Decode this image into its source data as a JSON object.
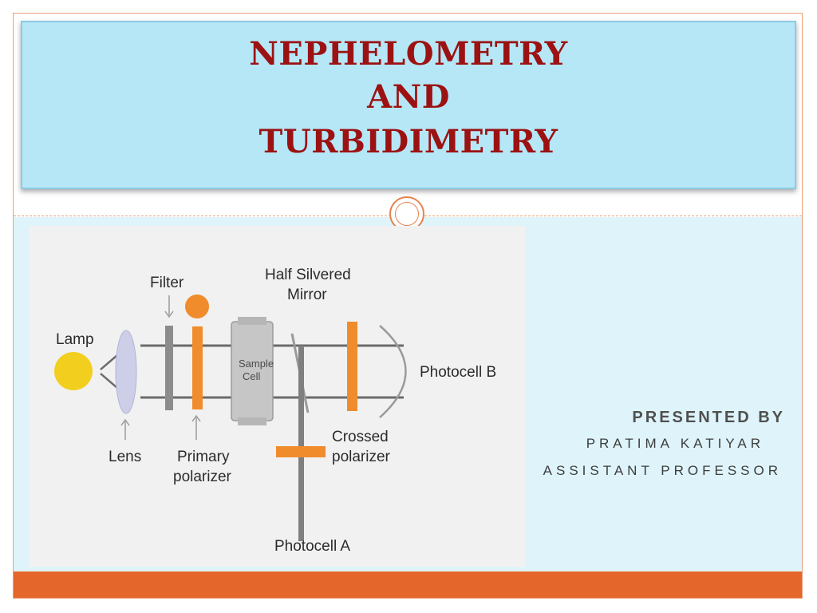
{
  "slide": {
    "title_lines": [
      "NEPHELOMETRY",
      "AND",
      "TURBIDIMETRY"
    ],
    "presenter": {
      "heading": "PRESENTED BY",
      "name": "PRATIMA KATIYAR",
      "role": "ASSISTANT PROFESSOR"
    },
    "colors": {
      "title_bg": "#b5e7f7",
      "title_text": "#9c1212",
      "accent": "#e4662a",
      "content_bg": "#def4fa"
    }
  },
  "diagram": {
    "labels": {
      "filter": "Filter",
      "half_silvered_mirror_1": "Half Silvered",
      "half_silvered_mirror_2": "Mirror",
      "lamp": "Lamp",
      "sample_cell_1": "Sample",
      "sample_cell_2": "Cell",
      "photocell_b": "Photocell B",
      "lens": "Lens",
      "primary_polarizer_1": "Primary",
      "primary_polarizer_2": "polarizer",
      "crossed_polarizer_1": "Crossed",
      "crossed_polarizer_2": "polarizer",
      "photocell_a": "Photocell A"
    }
  }
}
